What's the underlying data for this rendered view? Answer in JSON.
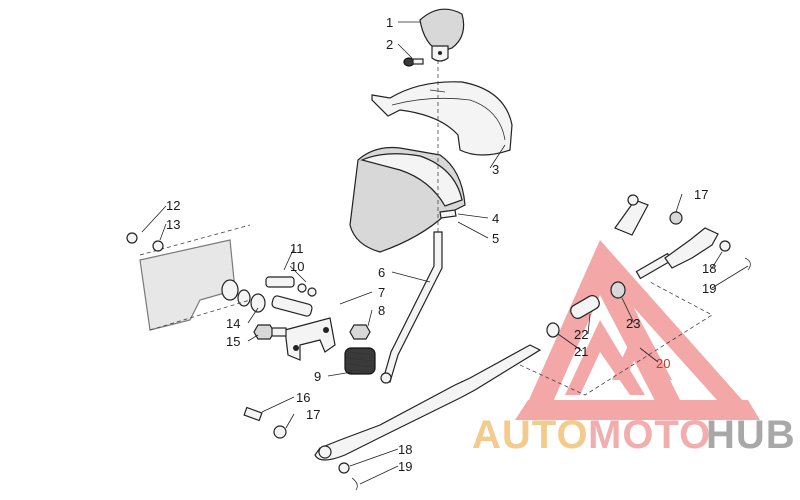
{
  "parts": [
    {
      "id": "1",
      "label": "1"
    },
    {
      "id": "2",
      "label": "2"
    },
    {
      "id": "3",
      "label": "3"
    },
    {
      "id": "4",
      "label": "4"
    },
    {
      "id": "5",
      "label": "5"
    },
    {
      "id": "6",
      "label": "6"
    },
    {
      "id": "7",
      "label": "7"
    },
    {
      "id": "8",
      "label": "8"
    },
    {
      "id": "9",
      "label": "9"
    },
    {
      "id": "10",
      "label": "10"
    },
    {
      "id": "11",
      "label": "11"
    },
    {
      "id": "12",
      "label": "12"
    },
    {
      "id": "13",
      "label": "13"
    },
    {
      "id": "14",
      "label": "14"
    },
    {
      "id": "15",
      "label": "15"
    },
    {
      "id": "16",
      "label": "16"
    },
    {
      "id": "17a",
      "label": "17"
    },
    {
      "id": "17b",
      "label": "17"
    },
    {
      "id": "18a",
      "label": "18"
    },
    {
      "id": "18b",
      "label": "18"
    },
    {
      "id": "19a",
      "label": "19"
    },
    {
      "id": "19b",
      "label": "19"
    },
    {
      "id": "20",
      "label": "20"
    },
    {
      "id": "21",
      "label": "21"
    },
    {
      "id": "22",
      "label": "22"
    },
    {
      "id": "23",
      "label": "23"
    }
  ],
  "watermark": {
    "segments": [
      "AUTO",
      "MOTO",
      "HUB"
    ],
    "colors": {
      "auto": "#f2c27a",
      "moto": "#f0a0a0",
      "hub": "#9a9a9a",
      "triangle": "#f08a8a"
    }
  }
}
